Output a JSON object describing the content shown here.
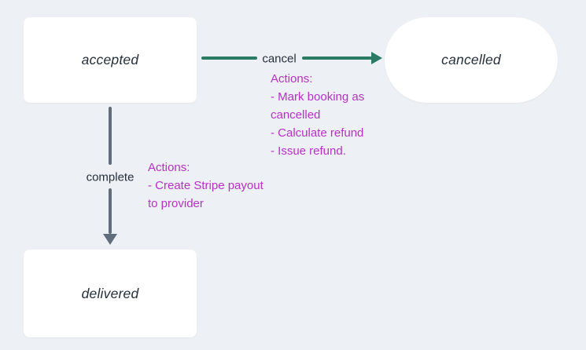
{
  "colors": {
    "background": "#edf0f4",
    "node-bg": "#ffffff",
    "ink": "#26303c",
    "teal": "#2a7a64",
    "slate": "#5f6d7c",
    "magenta": "#b92fc9"
  },
  "states": [
    {
      "id": "accepted",
      "label": "accepted",
      "shape": "rectangle"
    },
    {
      "id": "cancelled",
      "label": "cancelled",
      "shape": "pill"
    },
    {
      "id": "delivered",
      "label": "delivered",
      "shape": "rectangle"
    }
  ],
  "transitions": [
    {
      "event": "cancel",
      "from": "accepted",
      "to": "cancelled",
      "arrow_color": "#2a7a64",
      "actions": {
        "title": "Actions:",
        "lines": [
          "- Mark booking as",
          "cancelled",
          "- Calculate refund",
          "- Issue refund."
        ]
      }
    },
    {
      "event": "complete",
      "from": "accepted",
      "to": "delivered",
      "arrow_color": "#5f6d7c",
      "actions": {
        "title": "Actions:",
        "lines": [
          "- Create Stripe payout",
          "to provider"
        ]
      }
    }
  ]
}
